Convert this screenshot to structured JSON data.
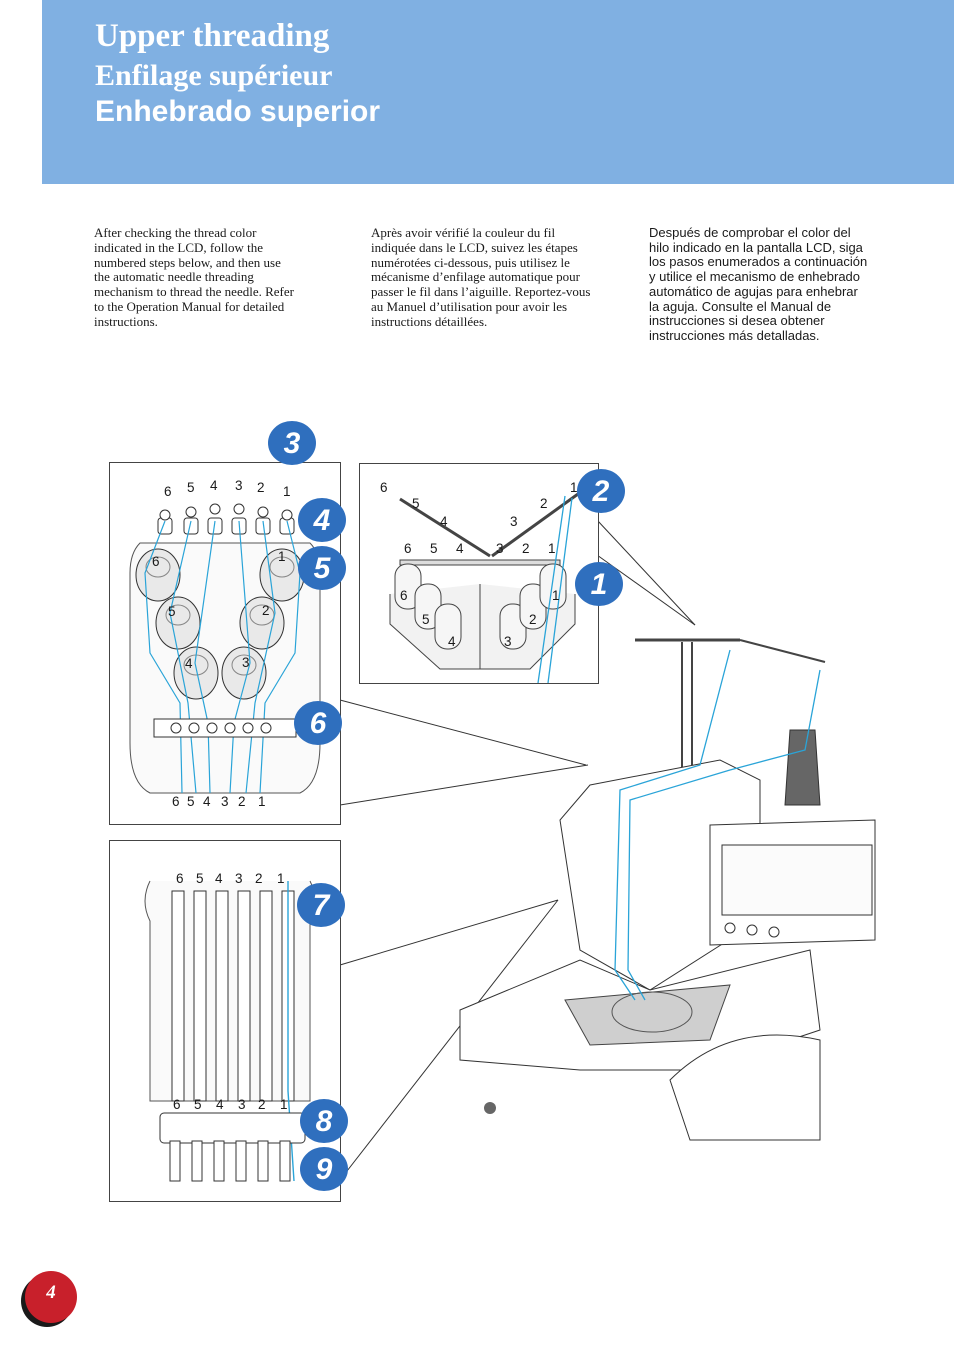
{
  "header": {
    "title_en": "Upper threading",
    "title_fr": "Enfilage supérieur",
    "title_es": "Enhebrado superior"
  },
  "body": {
    "en_lines": [
      "After checking the thread color",
      "indicated in the LCD, follow the",
      "numbered steps below, and then use",
      "the automatic needle threading",
      "mechanism to thread the needle. Refer",
      "to the Operation Manual for detailed",
      "instructions."
    ],
    "fr_lines": [
      "Après avoir vérifié la couleur du fil",
      "indiquée dans le LCD, suivez les étapes",
      "numérotées ci-dessous, puis utilisez le",
      "mécanisme d’enfilage automatique pour",
      "passer le fil dans l’aiguille. Reportez-vous",
      "au Manuel d’utilisation pour avoir les",
      "instructions détaillées."
    ],
    "es_lines": [
      "Después de comprobar el color del",
      "hilo indicado en la pantalla LCD, siga",
      "los pasos enumerados a continuación",
      "y utilice el mecanismo de enhebrado",
      "automático de agujas para enhebrar",
      "la aguja. Consulte el Manual de",
      "instrucciones si desea obtener",
      "instrucciones más detalladas."
    ]
  },
  "steps": [
    "1",
    "2",
    "3",
    "4",
    "5",
    "6",
    "7",
    "8",
    "9"
  ],
  "callouts": {
    "guide_numbers": [
      "6",
      "5",
      "4",
      "3",
      "2",
      "1"
    ],
    "spool_numbers": [
      "1",
      "2",
      "3",
      "4",
      "5",
      "6"
    ]
  },
  "page_number": "4",
  "colors": {
    "header_bg": "#80b0e2",
    "step_badge": "#2f6fbe",
    "thread": "#2aa4d8",
    "page_badge": "#c8202b"
  }
}
